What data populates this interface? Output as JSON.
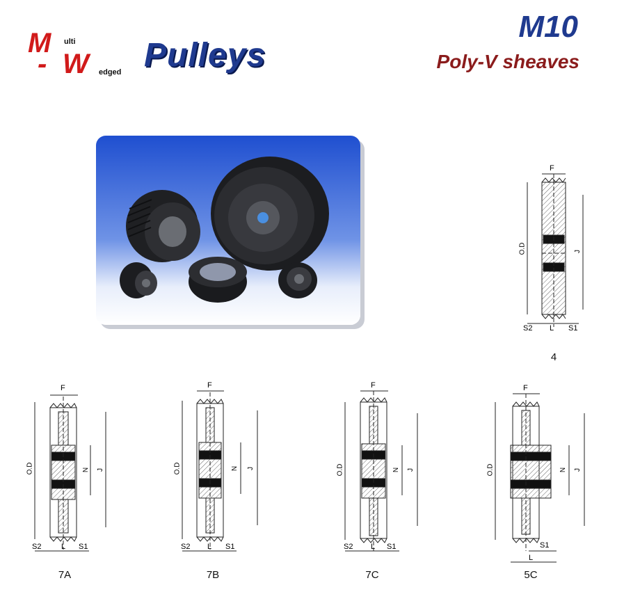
{
  "logo": {
    "big_m": "M",
    "small_m": "ulti",
    "dash": "-",
    "big_w": "W",
    "small_w": "edged"
  },
  "header": {
    "title": "Pulleys",
    "code": "M10",
    "subtitle": "Poly-V sheaves"
  },
  "colors": {
    "title_blue": "#1f3a8f",
    "subtitle_red": "#8b1c1c",
    "logo_red": "#d11a1a"
  },
  "photo": {
    "description_hidden": ""
  },
  "drawings": {
    "dim_f": "F",
    "dim_od": "O.D",
    "dim_j": "J",
    "dim_n": "N",
    "dim_l": "L",
    "dim_s1": "S1",
    "dim_s2": "S2",
    "types": [
      {
        "label": "4"
      },
      {
        "label": "7A"
      },
      {
        "label": "7B"
      },
      {
        "label": "7C"
      },
      {
        "label": "5C"
      }
    ]
  }
}
